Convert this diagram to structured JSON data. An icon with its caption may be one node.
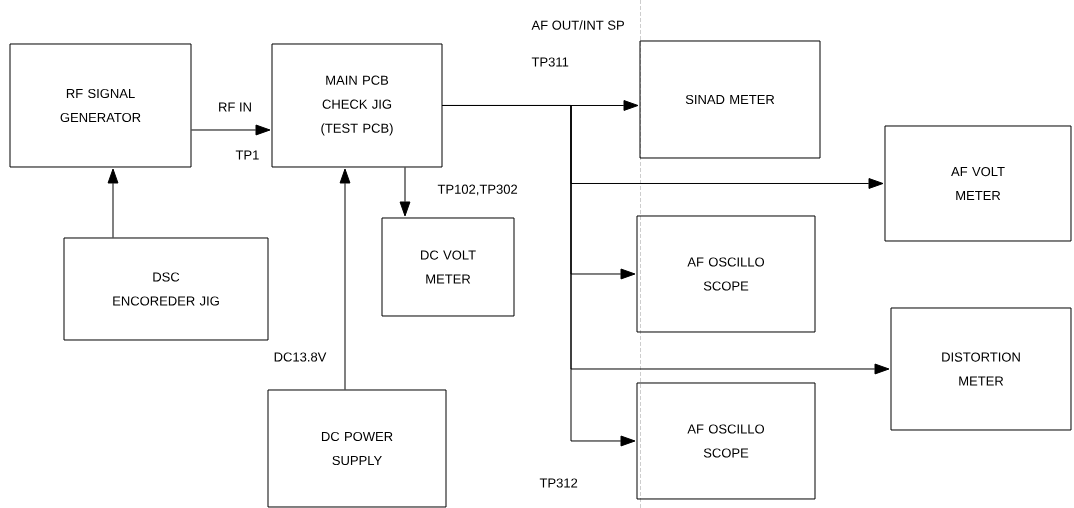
{
  "diagram": {
    "nodes": [
      {
        "text": [
          "RF SIGNAL GENERATOR"
        ]
      },
      {
        "text": [
          "MAIN PCB CHECK JIG (TEST PCB)"
        ]
      },
      {
        "text": [
          "SINAD METER"
        ]
      },
      {
        "text": [
          "AF VOLT METER"
        ]
      },
      {
        "text": [
          "DC VOLT METER"
        ]
      },
      {
        "text": [
          "DSC ENCOREDER JIG"
        ]
      },
      {
        "text": [
          "AF OSCILLO SCOPE"
        ]
      },
      {
        "text": [
          "DISTORTION METER"
        ]
      },
      {
        "text": [
          "AF OSCILLO SCOPE"
        ]
      },
      {
        "text": [
          "DC POWER SUPPLY"
        ]
      }
    ],
    "edges": [
      {
        "from": 0,
        "to": 1,
        "arrow": "to",
        "label": "RF IN"
      },
      {
        "from": 5,
        "to": 0,
        "arrow": "to"
      },
      {
        "from": 9,
        "to": 1,
        "arrow": "to",
        "label": "DC13.8V"
      },
      {
        "from": 1,
        "to": 4,
        "arrow": "to"
      },
      {
        "from": 1,
        "to": 2,
        "arrow": "to"
      },
      {
        "from": 1,
        "to": 3,
        "arrow": "to"
      },
      {
        "from": 1,
        "to": 6,
        "arrow": "to"
      },
      {
        "from": 1,
        "to": 7,
        "arrow": "to"
      },
      {
        "from": 1,
        "to": 8,
        "arrow": "to"
      }
    ],
    "labels": [
      "AF OUT/INT SP",
      "TP311",
      "TP1",
      "TP102,TP302",
      "TP312"
    ]
  }
}
